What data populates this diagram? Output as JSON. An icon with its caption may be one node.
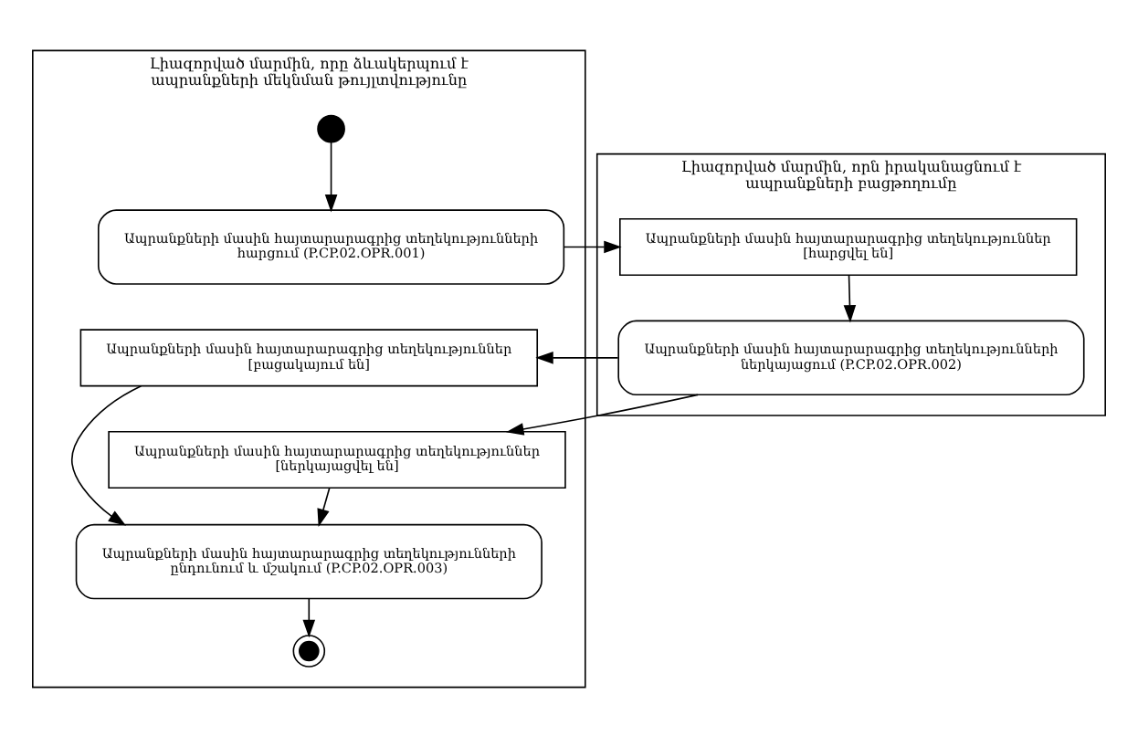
{
  "diagram": {
    "nodes": [
      {
        "text": [
          "Լիազորված մարմին, որը ձևակերպում է ապրանքների մեկնման թույլտվությունը"
        ]
      },
      {
        "text": [
          "Լիազորված մարմին, որն իրականացնում է ապրանքների բացթողումը"
        ]
      },
      {
        "text": [],
        "shape": "circle",
        "in": 0
      },
      {
        "text": [
          "Ապրանքների մասին հայտարարագրից տեղեկությունների հարցում (P.CP.02.OPR.001)"
        ],
        "in": 0
      },
      {
        "text": [
          "Ապրանքների մասին հայտարարագրից տեղեկություններ [հարցվել են]"
        ],
        "in": 1
      },
      {
        "text": [
          "Ապրանքների մասին հայտարարագրից տեղեկությունների ներկայացում (P.CP.02.OPR.002)"
        ],
        "in": 1
      },
      {
        "text": [
          "Ապրանքների մասին հայտարարագրից տեղեկություններ [բացակայում են]"
        ],
        "in": 0
      },
      {
        "text": [
          "Ապրանքների մասին հայտարարագրից տեղեկություններ [ներկայացվել են]"
        ],
        "in": 0
      },
      {
        "text": [
          "Ապրանքների մասին հայտարարագրից տեղեկությունների ընդունում և մշակում (P.CP.02.OPR.003)"
        ],
        "in": 0
      },
      {
        "text": [],
        "shape": "circle",
        "in": 0
      }
    ],
    "edges": [
      {
        "from": 2,
        "to": 3,
        "arrow": "to"
      },
      {
        "from": 3,
        "to": 4,
        "arrow": "to"
      },
      {
        "from": 4,
        "to": 5,
        "arrow": "to"
      },
      {
        "from": 5,
        "to": 6,
        "arrow": "to"
      },
      {
        "from": 5,
        "to": 7,
        "arrow": "to"
      },
      {
        "from": 6,
        "to": 8,
        "arrow": "to"
      },
      {
        "from": 7,
        "to": 8,
        "arrow": "to"
      },
      {
        "from": 8,
        "to": 9,
        "arrow": "to"
      }
    ]
  }
}
